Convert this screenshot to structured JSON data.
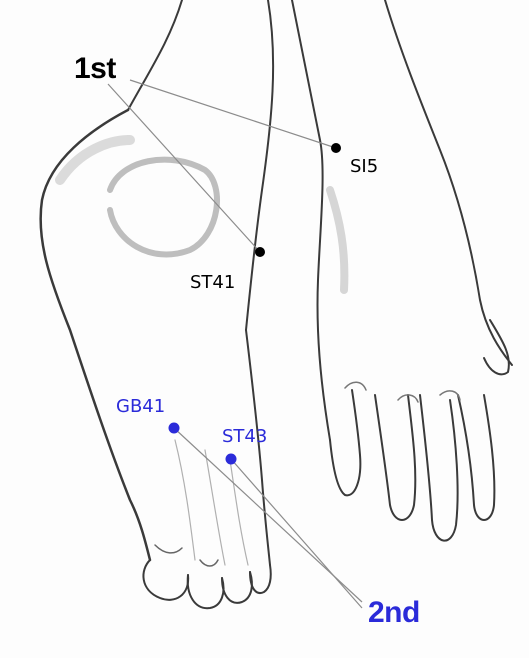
{
  "groups": {
    "first": {
      "label": "1st",
      "color": "#000000"
    },
    "second": {
      "label": "2nd",
      "color": "#2b2bd9"
    }
  },
  "points": {
    "si5": {
      "label": "SI5",
      "color": "#000000"
    },
    "st41": {
      "label": "ST41",
      "color": "#000000"
    },
    "gb41": {
      "label": "GB41",
      "color": "#2b2bd9"
    },
    "st43": {
      "label": "ST43",
      "color": "#2b2bd9"
    }
  }
}
